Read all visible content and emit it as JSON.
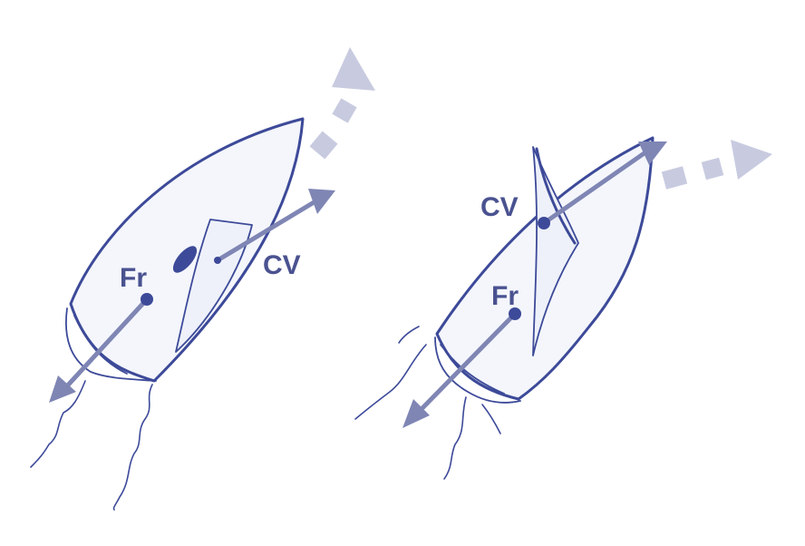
{
  "boats": [
    {
      "id": "left",
      "labels": {
        "resistance": "Fr",
        "sail_force": "CV"
      }
    },
    {
      "id": "right",
      "labels": {
        "resistance": "Fr",
        "sail_force": "CV"
      }
    }
  ],
  "colors": {
    "ink": "#3d4a99",
    "label": "#4a5290",
    "force_arrow": "#7f86b4",
    "ghost_arrow": "#c8cbe0",
    "background": "#ffffff"
  }
}
